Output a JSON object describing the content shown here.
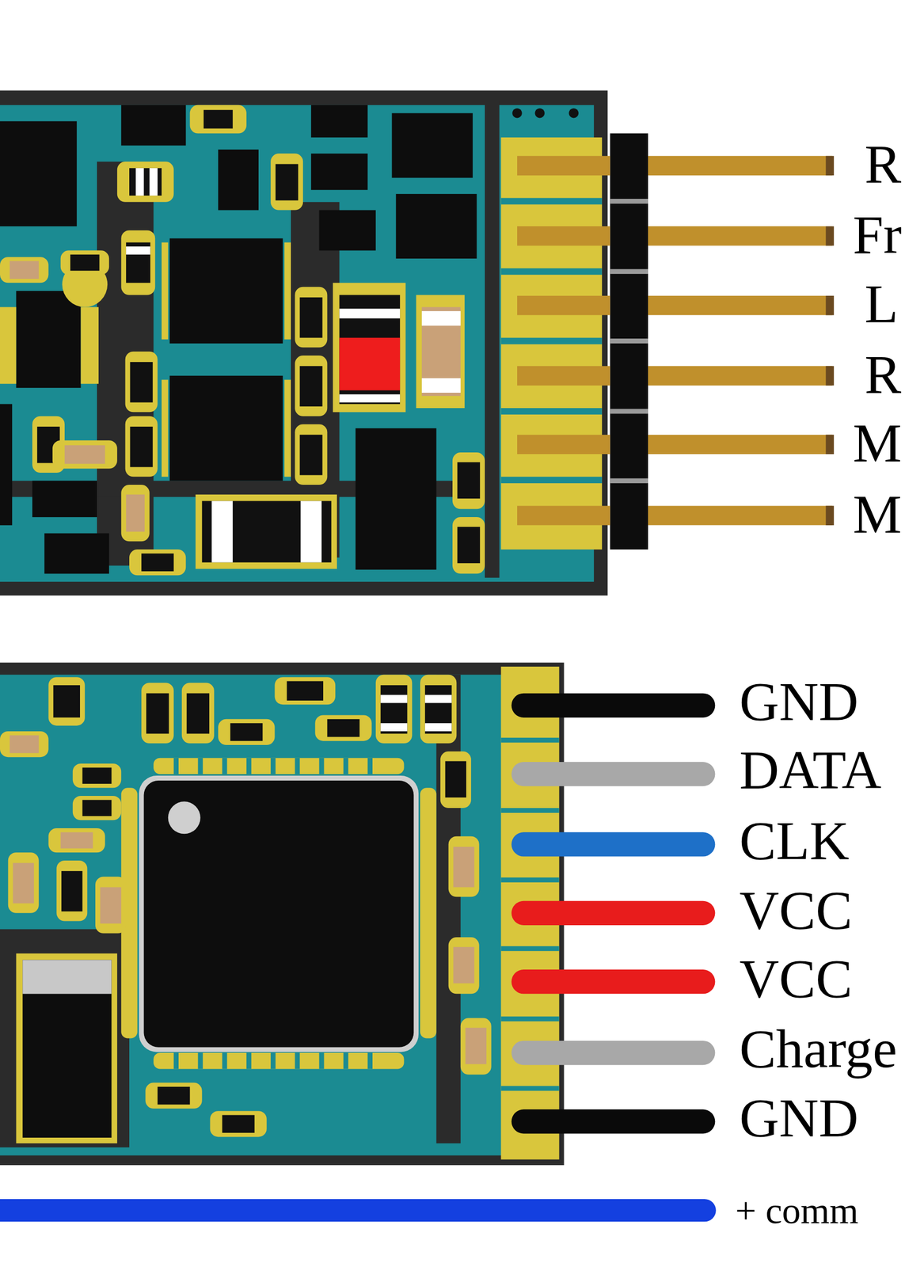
{
  "diagram": {
    "labels": [
      "R",
      "Fr",
      "L",
      "R",
      "M",
      "M",
      "GND",
      "DATA",
      "CLK",
      "VCC",
      "VCC",
      "Charge",
      "GND",
      "+ comm"
    ]
  }
}
